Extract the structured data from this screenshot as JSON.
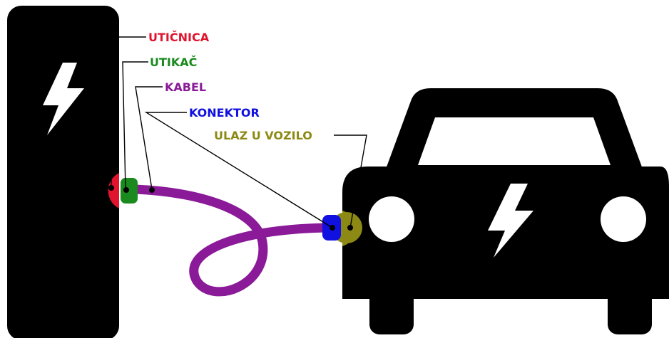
{
  "labels": {
    "uticnica": "UTIČNICA",
    "utikac": "UTIKAČ",
    "kabel": "KABEL",
    "konektor": "KONEKTOR",
    "ulaz": "ULAZ U VOZILO"
  },
  "colors": {
    "uticnica": "#e0142e",
    "utikac": "#1a8a1f",
    "kabel": "#8a1a98",
    "konektor": "#1010e0",
    "ulaz": "#8c8a14",
    "silhouette": "#000000",
    "background": "#ffffff"
  },
  "icons": {
    "station_symbol": "lightning-bolt-icon",
    "car_symbol": "lightning-bolt-icon"
  }
}
